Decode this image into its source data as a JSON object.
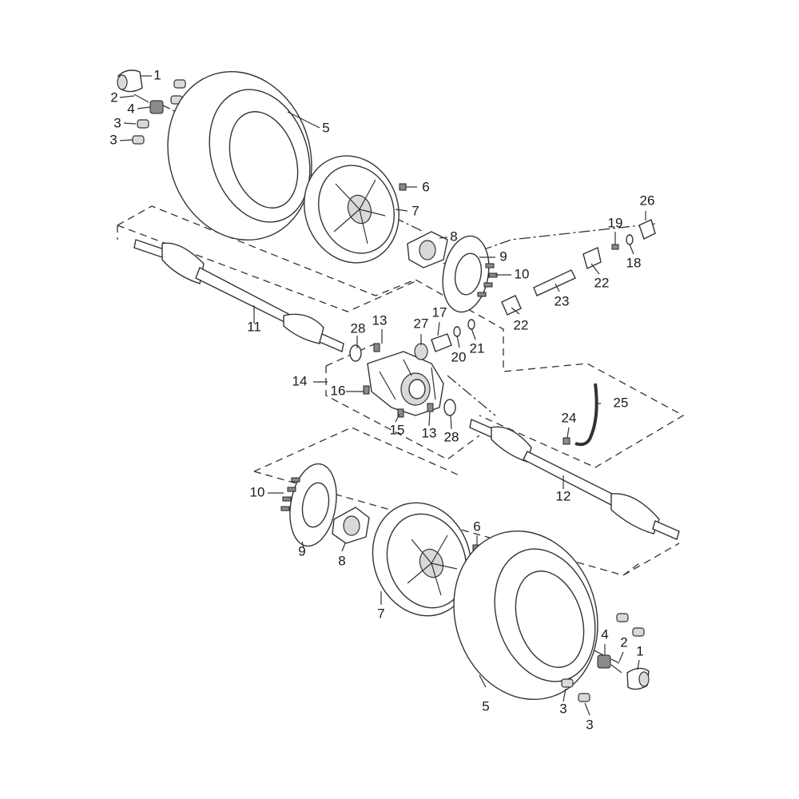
{
  "callouts": {
    "c1a": "1",
    "c2a": "2",
    "c3a": "3",
    "c3b": "3",
    "c4a": "4",
    "c5a": "5",
    "c6a": "6",
    "c7a": "7",
    "c8a": "8",
    "c9a": "9",
    "c10a": "10",
    "c11": "11",
    "c12": "12",
    "c13a": "13",
    "c13b": "13",
    "c14": "14",
    "c15": "15",
    "c16": "16",
    "c17": "17",
    "c18": "18",
    "c19": "19",
    "c20": "20",
    "c21": "21",
    "c22a": "22",
    "c22b": "22",
    "c23": "23",
    "c24": "24",
    "c25": "25",
    "c26": "26",
    "c27": "27",
    "c28a": "28",
    "c28b": "28",
    "c1b": "1",
    "c2b": "2",
    "c3c": "3",
    "c3d": "3",
    "c4b": "4",
    "c5b": "5",
    "c6b": "6",
    "c7b": "7",
    "c8b": "8",
    "c9b": "9",
    "c10b": "10"
  },
  "icons": {
    "tire": "tire-icon",
    "wheel_rim": "wheel-rim-icon",
    "wheel_hub": "wheel-hub-icon",
    "brake_disc": "brake-disc-icon",
    "drive_shaft": "drive-shaft-icon",
    "differential": "differential-icon",
    "hub_cap": "hub-cap-icon",
    "lug_nut": "lug-nut-icon",
    "breather_hose": "breather-hose-icon",
    "propeller_shaft": "propeller-shaft-icon"
  }
}
